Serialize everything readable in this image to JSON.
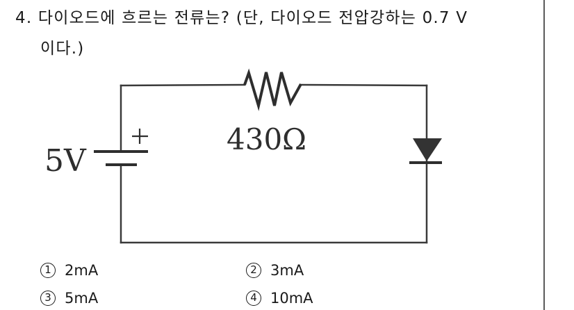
{
  "question": {
    "number": "4.",
    "line1": "4. 다이오드에 흐르는 전류는? (단, 다이오드 전압강하는 0.7 V",
    "line2": "이다.)"
  },
  "circuit": {
    "source_label": "5V",
    "source_polarity": "+",
    "resistor_label": "430Ω",
    "resistor_value_ohms": 430,
    "source_voltage_v": 5,
    "diode_drop_v": 0.7,
    "line_color": "#3a3a3a"
  },
  "options": [
    {
      "num": "1",
      "label": "2mA"
    },
    {
      "num": "2",
      "label": "3mA"
    },
    {
      "num": "3",
      "label": "5mA"
    },
    {
      "num": "4",
      "label": "10mA"
    }
  ]
}
